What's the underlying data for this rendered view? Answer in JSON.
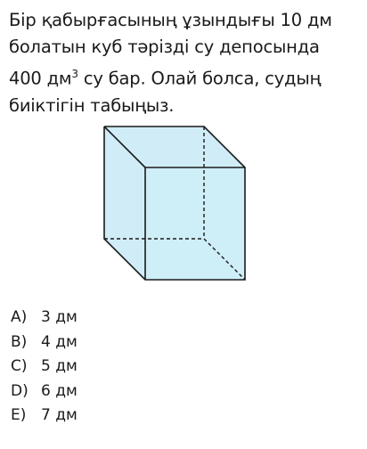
{
  "question": {
    "lines": [
      "Бір қабырғасының ұзындығы 10 дм",
      "болатын куб тәрізді су депосында",
      "400 дм",
      "су бар. Олай болса, судың",
      "биіктігін табыңыз."
    ],
    "superscript": "3"
  },
  "figure": {
    "face_color": "#cdeef8",
    "water_color": "#a9def0",
    "edge_color": "#1a1a1a"
  },
  "answers": [
    {
      "letter": "A)",
      "value": "3 дм"
    },
    {
      "letter": "B)",
      "value": "4 дм"
    },
    {
      "letter": "C)",
      "value": "5 дм"
    },
    {
      "letter": "D)",
      "value": "6 дм"
    },
    {
      "letter": "E)",
      "value": "7 дм"
    }
  ]
}
